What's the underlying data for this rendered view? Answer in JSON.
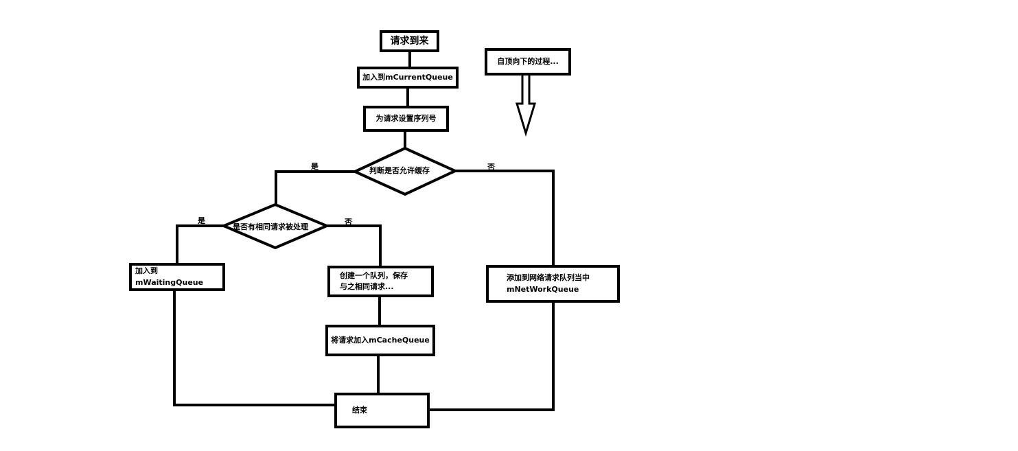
{
  "diagram": {
    "nodes": {
      "start": "请求到来",
      "add_current": "加入到mCurrentQueue",
      "set_seq": "为请求设置序列号",
      "allow_cache": "判断是否允许缓存",
      "same_request": "是否有相同请求被处理",
      "add_waiting": "加入到mWaitingQueue",
      "create_queue": "创建一个队列，保存\n与之相同请求...",
      "add_cache": "将请求加入mCacheQueue",
      "add_network": "添加到网络请求队列当中\nmNetWorkQueue",
      "end": "结束",
      "note": "自顶向下的过程..."
    },
    "edge_labels": {
      "allow_yes": "是",
      "allow_no": "否",
      "same_yes": "是",
      "same_no": "否"
    }
  }
}
